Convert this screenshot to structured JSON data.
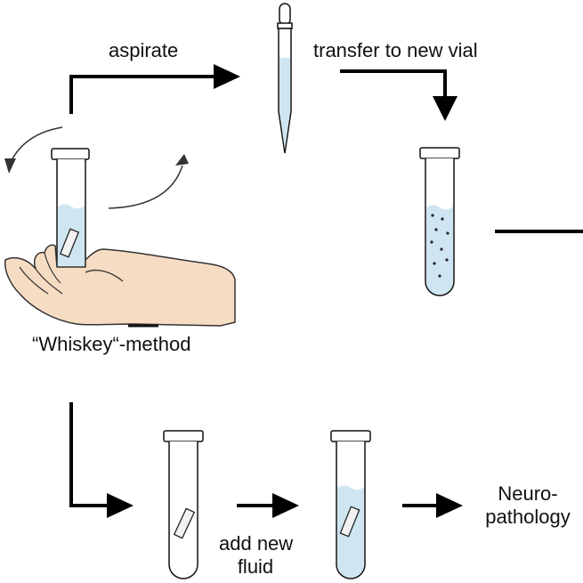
{
  "labels": {
    "aspirate": "aspirate",
    "transfer": "transfer to new vial",
    "whiskey": "“Whiskey“-method",
    "add_fluid_line1": "add new",
    "add_fluid_line2": "fluid",
    "neuro_line1": "Neuro-",
    "neuro_line2": "pathology"
  },
  "colors": {
    "fluid": "#cfe6f2",
    "skin": "#f7dcc4",
    "outline": "#111111",
    "arrow": "#000000"
  }
}
